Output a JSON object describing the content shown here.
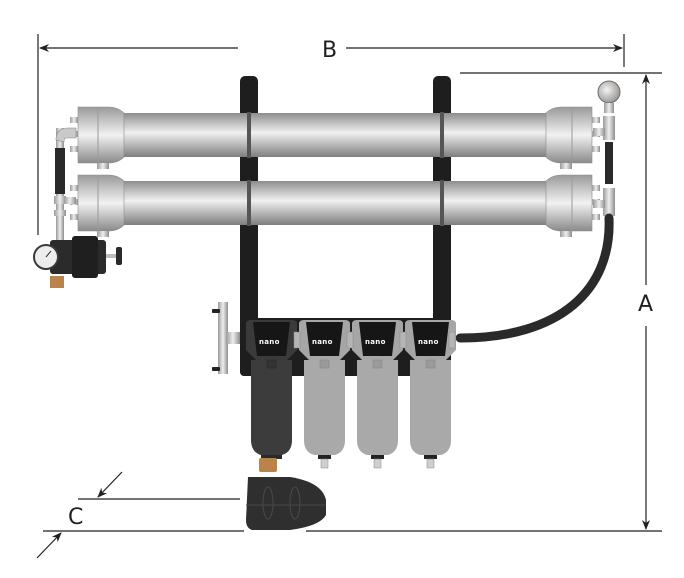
{
  "diagram": {
    "subject": "Nitrogen generator assembly with membrane tubes and filter bank",
    "dimensions": {
      "width_label": "B",
      "height_label": "A",
      "depth_label": "C"
    },
    "filters": {
      "brand_text": "nano",
      "count": 4
    },
    "membrane_tubes": {
      "count": 2
    },
    "colors": {
      "line": "#231f20",
      "steel_light": "#e8e8e8",
      "steel_mid": "#b9b9b9",
      "steel_dark": "#8a8a8a",
      "bracket": "#1e1e1e",
      "filter_dark": "#3c3c3c",
      "filter_light": "#a9a9a9",
      "brass": "#b9834a"
    }
  }
}
